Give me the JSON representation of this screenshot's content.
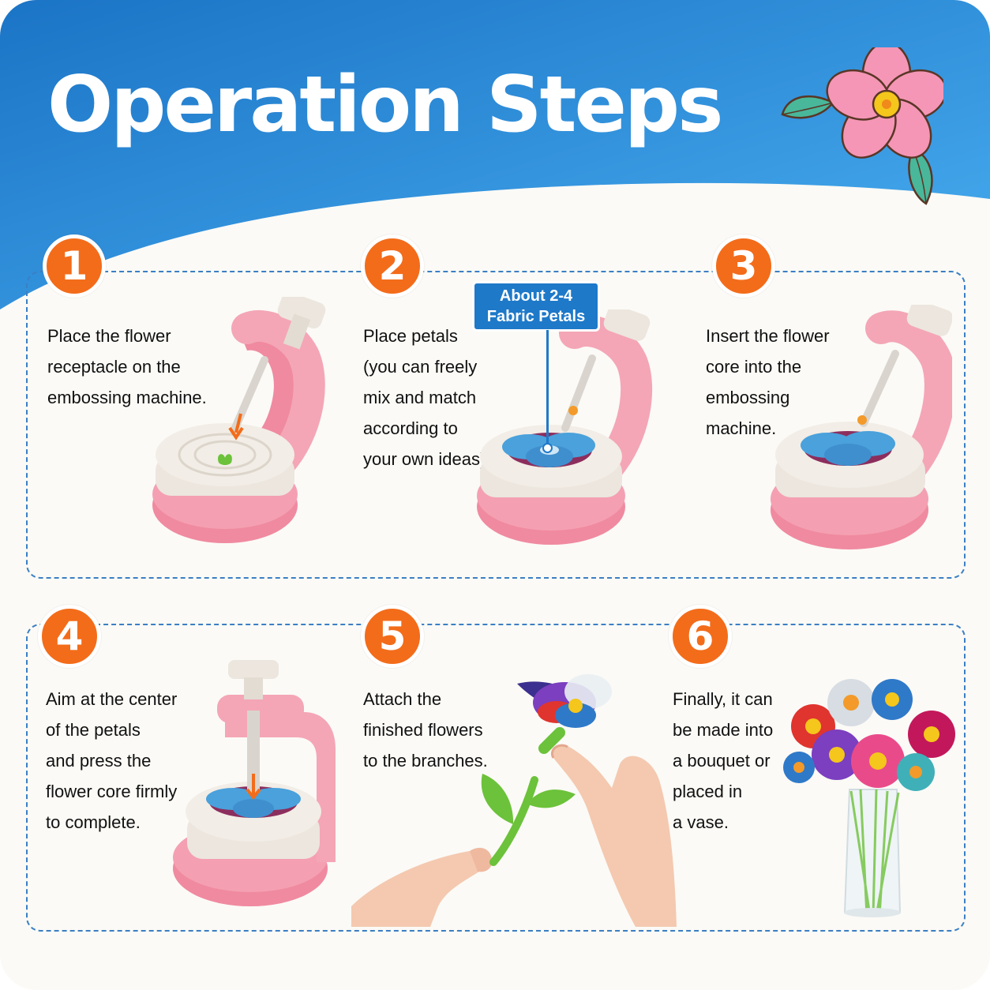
{
  "header": {
    "title": "Operation Steps"
  },
  "callout": {
    "line1": "About 2-4",
    "line2": "Fabric Petals"
  },
  "colors": {
    "blue": "#1e79c9",
    "orange": "#f36c1a",
    "pink": "#f08aa0",
    "cream": "#e9e4dc",
    "leaf_green": "#6cc23a"
  },
  "steps": [
    {
      "number": "1",
      "lines": [
        "Place the flower",
        "receptacle on the",
        "embossing machine."
      ]
    },
    {
      "number": "2",
      "lines": [
        "Place petals",
        "(you can freely",
        "mix and match",
        "according to",
        "your own ideas)."
      ]
    },
    {
      "number": "3",
      "lines": [
        "Insert the flower",
        "core into the",
        "embossing",
        "machine."
      ]
    },
    {
      "number": "4",
      "lines": [
        "Aim at the center",
        "of the petals",
        "and press the",
        "flower core firmly",
        "to complete."
      ]
    },
    {
      "number": "5",
      "lines": [
        "Attach the",
        "finished flowers",
        "to the branches."
      ]
    },
    {
      "number": "6",
      "lines": [
        "Finally, it can",
        "be made into",
        "a bouquet or",
        "placed in",
        "a vase."
      ]
    }
  ]
}
